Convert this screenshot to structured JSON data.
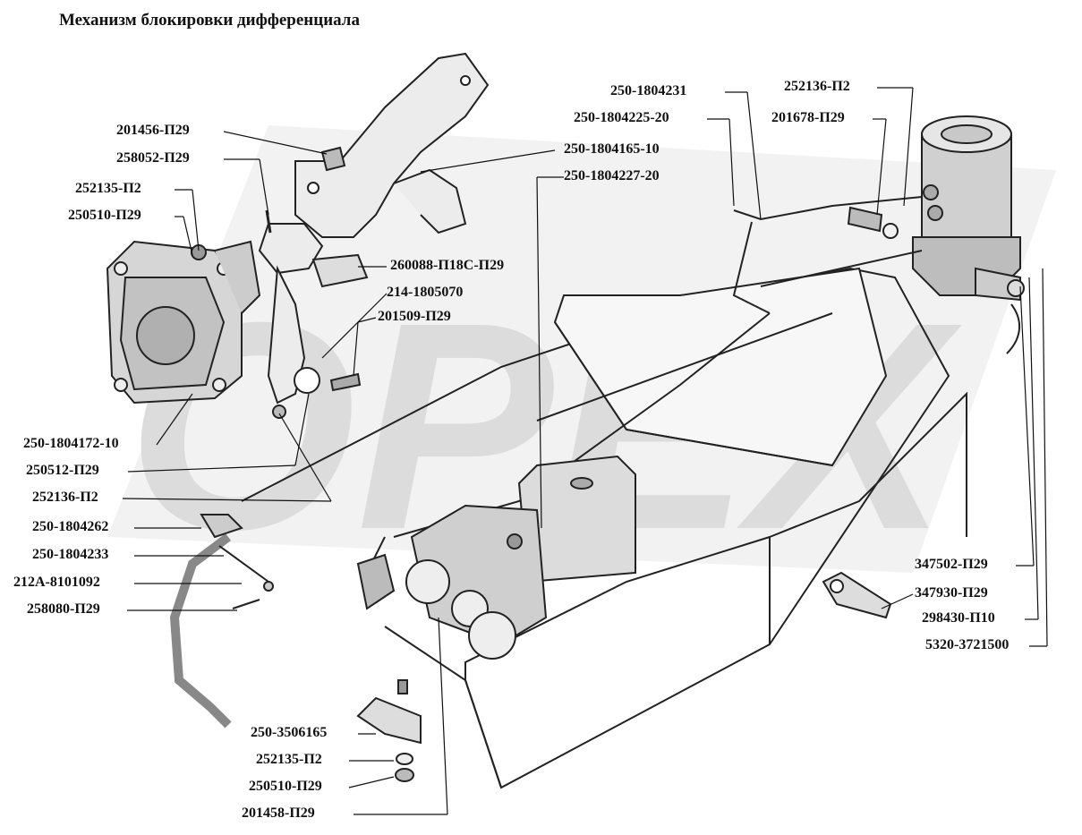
{
  "title": "Механизм блокировки дифференциала",
  "watermark": "OPEX",
  "colors": {
    "ink": "#111111",
    "watermark": "#d9d9d9",
    "paper": "#ffffff"
  },
  "labels": {
    "l201456": "201456-П29",
    "l258052": "258052-П29",
    "l252135a": "252135-П2",
    "l250510a": "250510-П29",
    "l250_1804231": "250-1804231",
    "l250_1804225": "250-1804225-20",
    "l250_1804165": "250-1804165-10",
    "l250_1804227": "250-1804227-20",
    "l252136a": "252136-П2",
    "l201678": "201678-П29",
    "l260088": "260088-П18С-П29",
    "l214_1805070": "214-1805070",
    "l201509": "201509-П29",
    "l250_1804172": "250-1804172-10",
    "l250512": "250512-П29",
    "l252136b": "252136-П2",
    "l250_1804262": "250-1804262",
    "l250_1804233": "250-1804233",
    "l212A": "212А-8101092",
    "l258080": "258080-П29",
    "l347502": "347502-П29",
    "l347930": "347930-П29",
    "l298430": "298430-П10",
    "l5320": "5320-3721500",
    "l250_3506165": "250-3506165",
    "l252135b": "252135-П2",
    "l250510b": "250510-П29",
    "l201458": "201458-П29"
  }
}
